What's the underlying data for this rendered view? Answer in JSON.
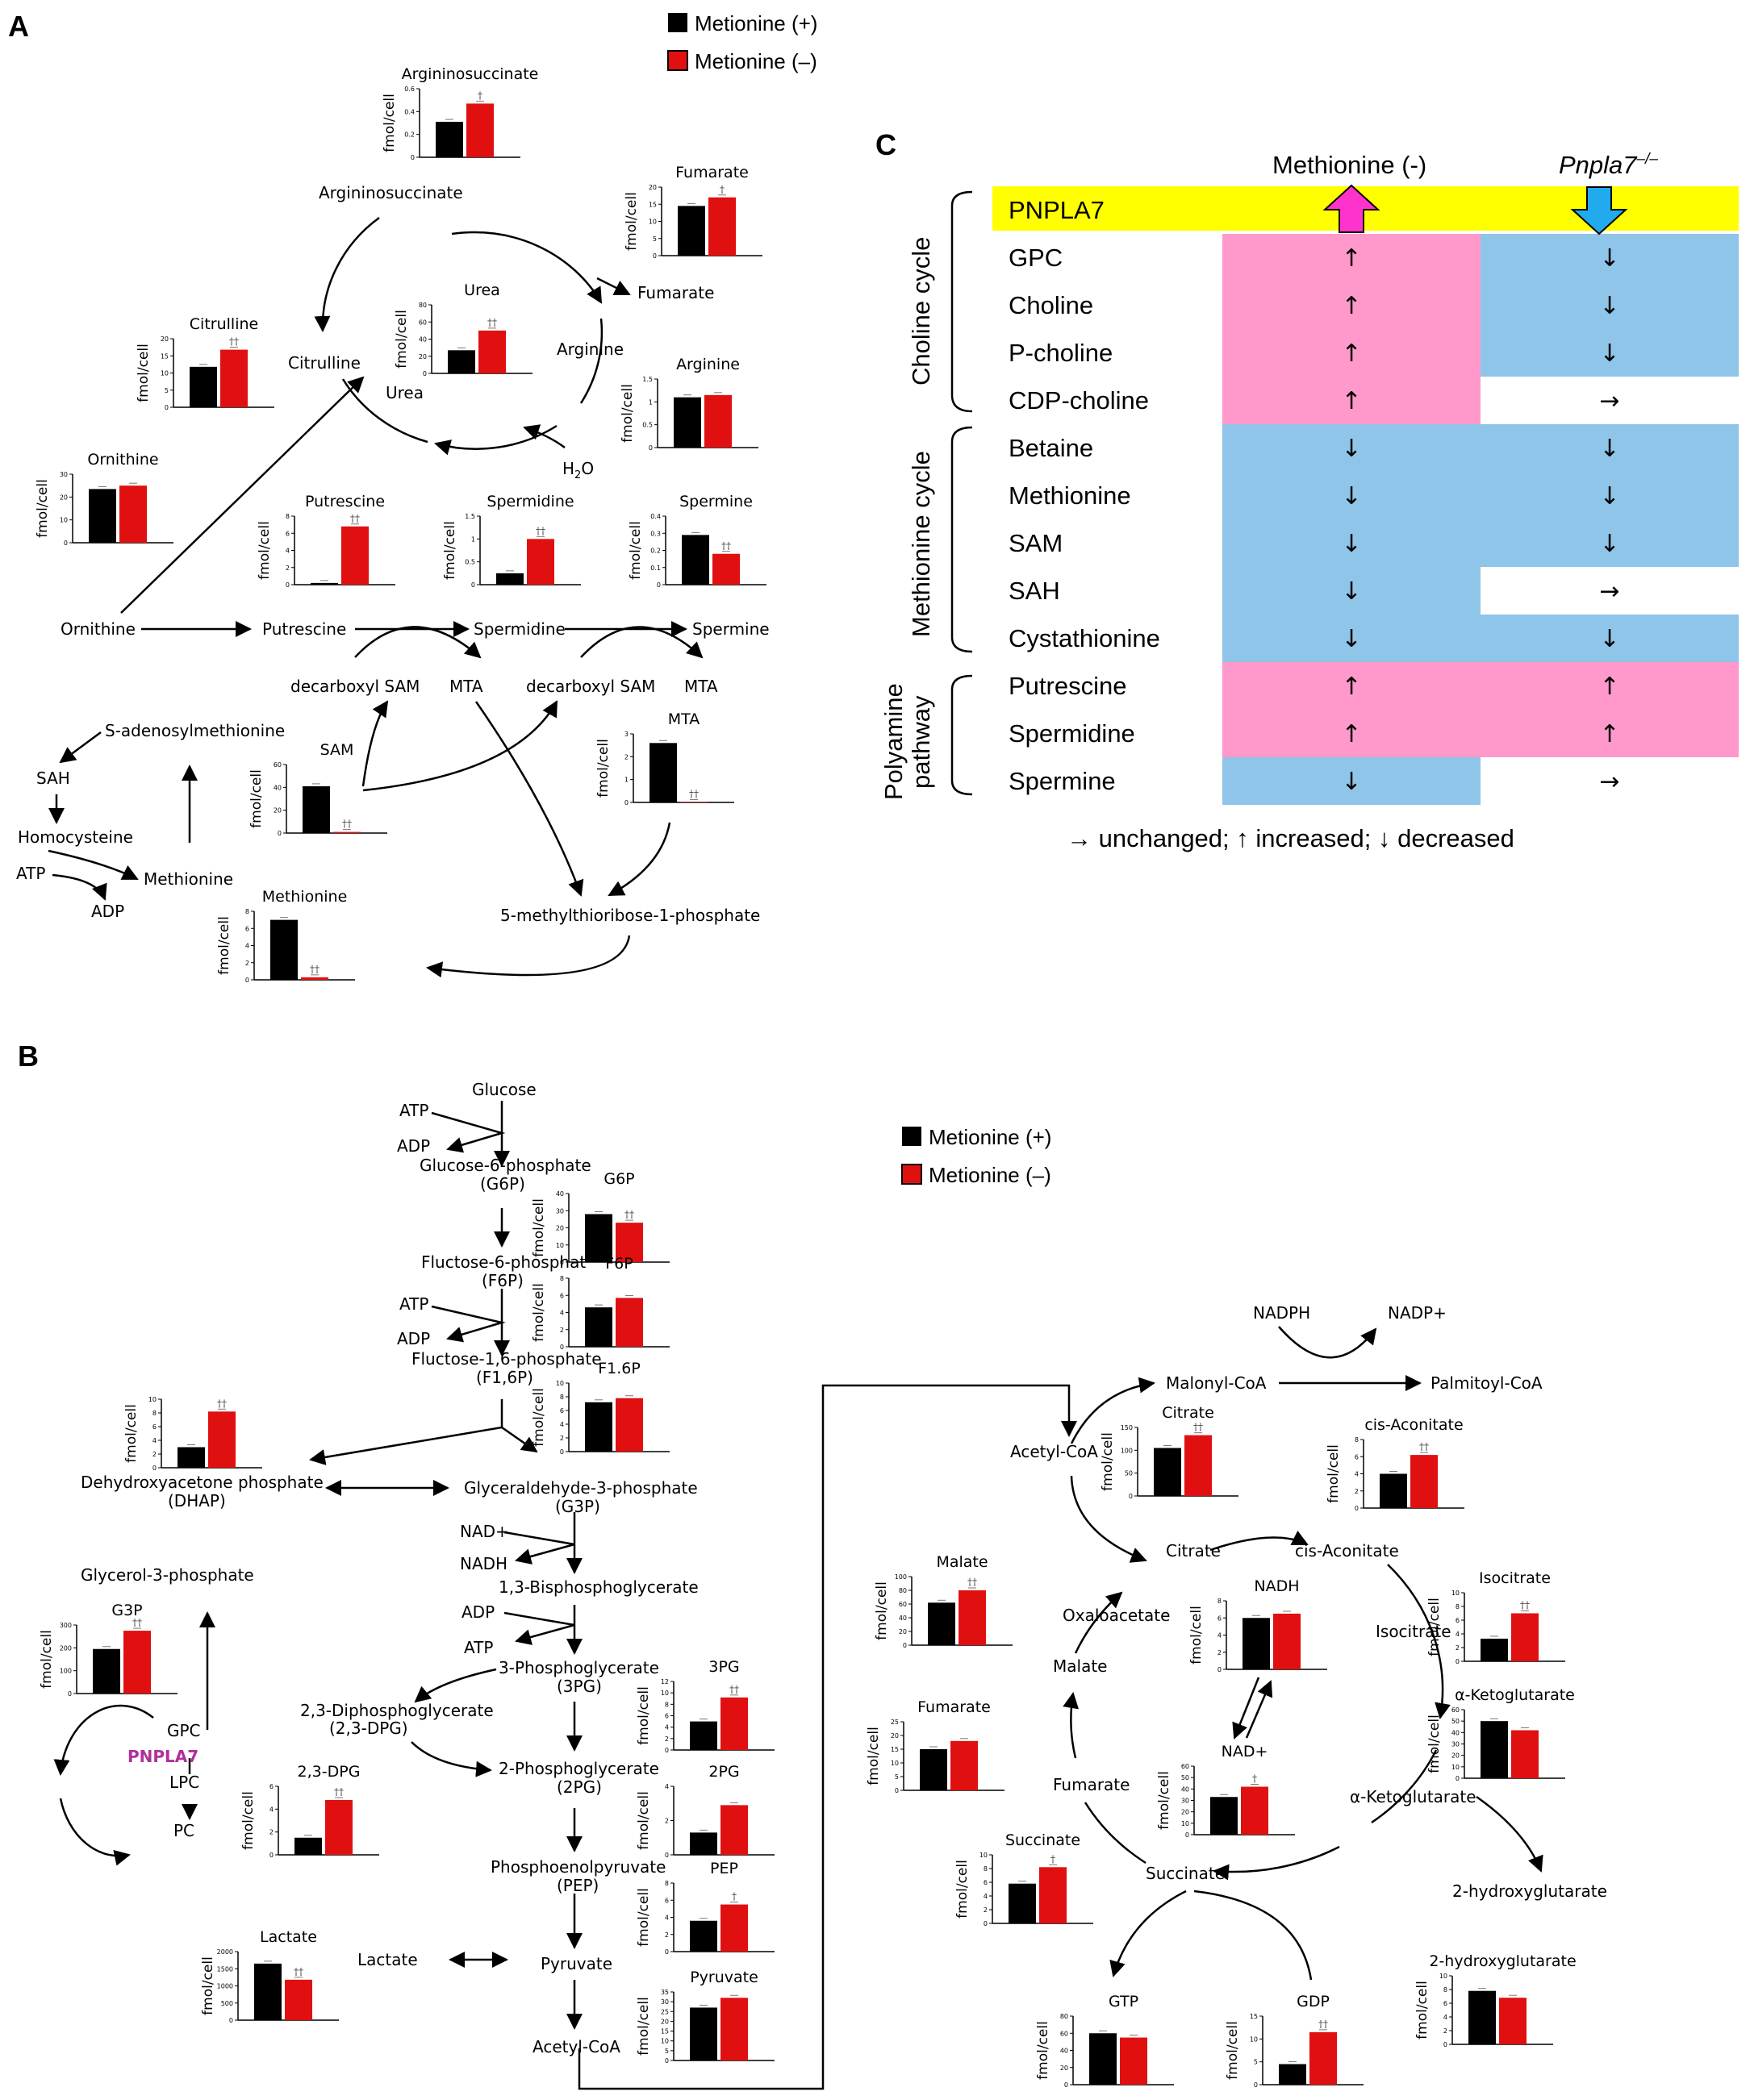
{
  "panels": {
    "a": "A",
    "b": "B",
    "c": "C"
  },
  "legend": {
    "plus": "Metionine (+)",
    "minus": "Metionine (–)"
  },
  "colors": {
    "plus": "#000000",
    "minus": "#e01010",
    "yellow": "#ffff00",
    "pink": "#ff99cc",
    "blue": "#8fc5e8",
    "up_arrow": "#ff33cc",
    "down_arrow": "#22aaee"
  },
  "common": {
    "ylabel": "fmol/cell"
  },
  "labels": {
    "a_argininosuccinate": "Argininosuccinate",
    "a_fumarate": "Fumarate",
    "a_arginine": "Arginine",
    "a_urea": "Urea",
    "a_citrulline": "Citrulline",
    "a_h2o": "H",
    "a_h2o_sub": "2",
    "a_h2o_end": "O",
    "a_ornithine": "Ornithine",
    "a_putrescine": "Putrescine",
    "a_spermidine": "Spermidine",
    "a_spermine": "Spermine",
    "a_dcsam1": "decarboxyl SAM",
    "a_mta1": "MTA",
    "a_dcsam2": "decarboxyl SAM",
    "a_mta2": "MTA",
    "a_sam_full": "S-adenosylmethionine",
    "a_sah": "SAH",
    "a_homocysteine": "Homocysteine",
    "a_atp": "ATP",
    "a_adp": "ADP",
    "a_methionine": "Methionine",
    "a_mtr1p": "5-methylthioribose-1-phosphate",
    "b_glucose": "Glucose",
    "b_atp1": "ATP",
    "b_adp1": "ADP",
    "b_g6p": "Glucose-6-phosphate",
    "b_g6p_ab": "(G6P)",
    "b_f6p": "Fluctose-6-phosphat",
    "b_f6p_ab": "(F6P)",
    "b_atp2": "ATP",
    "b_adp2": "ADP",
    "b_f16p": "Fluctose-1,6-phosphate",
    "b_f16p_ab": "(F1,6P)",
    "b_dhap": "Dehydroxyacetone phosphate",
    "b_dhap_ab": "(DHAP)",
    "b_g3pald": "Glyceraldehyde-3-phosphate",
    "b_g3pald_ab": "(G3P)",
    "b_nad": "NAD+",
    "b_nadh": "NADH",
    "b_bpg": "1,3-Bisphosphoglycerate",
    "b_adp3": "ADP",
    "b_atp3": "ATP",
    "b_3pg": "3-Phosphoglycerate",
    "b_3pg_ab": "(3PG)",
    "b_23dpg": "2,3-Diphosphoglycerate",
    "b_23dpg_ab": "(2,3-DPG)",
    "b_2pg": "2-Phosphoglycerate",
    "b_2pg_ab": "(2PG)",
    "b_pep": "Phosphoenolpyruvate",
    "b_pep_ab": "(PEP)",
    "b_pyruvate": "Pyruvate",
    "b_acetylcoa": "Acetyl-CoA",
    "b_lactate": "Lactate",
    "b_glycerol3p": "Glycerol-3-phosphate",
    "b_gpc": "GPC",
    "b_pnpla7": "PNPLA7",
    "b_lpc": "LPC",
    "b_pc": "PC",
    "t_nadph": "NADPH",
    "t_nadp": "NADP+",
    "t_malonyl": "Malonyl-CoA",
    "t_palmitoyl": "Palmitoyl-CoA",
    "t_acetylcoa": "Acetyl-CoA",
    "t_citrate": "Citrate",
    "t_cisaconitate": "cis-Aconitate",
    "t_isocitrate": "Isocitrate",
    "t_akg": "α-Ketoglutarate",
    "t_succinate": "Succinate",
    "t_fumarate": "Fumarate",
    "t_malate": "Malate",
    "t_oxaloacetate": "Oxaloacetate",
    "t_2hg": "2-hydroxyglutarate"
  },
  "charts": [
    {
      "id": "argininosuccinate",
      "title": "Argininosuccinate",
      "ylim": [
        0,
        0.6
      ],
      "ticks": [
        "0",
        "0.2",
        "0.4",
        "0.6"
      ],
      "values": [
        0.31,
        0.47
      ],
      "sig": "†"
    },
    {
      "id": "fumarate_a",
      "title": "Fumarate",
      "ylim": [
        0,
        20
      ],
      "ticks": [
        "0",
        "5",
        "10",
        "15",
        "20"
      ],
      "values": [
        14.5,
        17
      ],
      "sig": "†"
    },
    {
      "id": "citrulline",
      "title": "Citrulline",
      "ylim": [
        0,
        20
      ],
      "ticks": [
        "0",
        "5",
        "10",
        "15",
        "20"
      ],
      "values": [
        11.8,
        16.8
      ],
      "sig": "††"
    },
    {
      "id": "urea",
      "title": "Urea",
      "ylim": [
        0,
        80
      ],
      "ticks": [
        "0",
        "20",
        "40",
        "60",
        "80"
      ],
      "values": [
        27,
        50
      ],
      "sig": "††"
    },
    {
      "id": "arginine",
      "title": "Arginine",
      "ylim": [
        0,
        1.5
      ],
      "ticks": [
        "0",
        "0.5",
        "1",
        "1.5"
      ],
      "values": [
        1.1,
        1.15
      ],
      "sig": ""
    },
    {
      "id": "ornithine",
      "title": "Ornithine",
      "ylim": [
        0,
        30
      ],
      "ticks": [
        "0",
        "10",
        "20",
        "30"
      ],
      "values": [
        23.5,
        25
      ],
      "sig": ""
    },
    {
      "id": "putrescine",
      "title": "Putrescine",
      "ylim": [
        0,
        8
      ],
      "ticks": [
        "0",
        "2",
        "4",
        "6",
        "8"
      ],
      "values": [
        0.2,
        6.8
      ],
      "sig": "††"
    },
    {
      "id": "spermidine",
      "title": "Spermidine",
      "ylim": [
        0,
        1.5
      ],
      "ticks": [
        "0",
        "0.5",
        "1",
        "1.5"
      ],
      "values": [
        0.25,
        1.0
      ],
      "sig": "††"
    },
    {
      "id": "spermine",
      "title": "Spermine",
      "ylim": [
        0,
        0.4
      ],
      "ticks": [
        "0",
        "0.1",
        "0.2",
        "0.3",
        "0.4"
      ],
      "values": [
        0.29,
        0.18
      ],
      "sig": "††"
    },
    {
      "id": "sam",
      "title": "SAM",
      "ylim": [
        0,
        60
      ],
      "ticks": [
        "0",
        "20",
        "40",
        "60"
      ],
      "values": [
        41,
        1
      ],
      "sig": "††"
    },
    {
      "id": "mta",
      "title": "MTA",
      "ylim": [
        0,
        3
      ],
      "ticks": [
        "0",
        "1",
        "2",
        "3"
      ],
      "values": [
        2.6,
        0.02
      ],
      "sig": "††"
    },
    {
      "id": "methionine",
      "title": "Methionine",
      "ylim": [
        0,
        8
      ],
      "ticks": [
        "0",
        "2",
        "4",
        "6",
        "8"
      ],
      "values": [
        7,
        0.3
      ],
      "sig": "††"
    },
    {
      "id": "g6p",
      "title": "G6P",
      "ylim": [
        0,
        40
      ],
      "ticks": [
        "0",
        "10",
        "20",
        "30",
        "40"
      ],
      "values": [
        28,
        23
      ],
      "sig": "††"
    },
    {
      "id": "f6p",
      "title": "F6P",
      "ylim": [
        0,
        8
      ],
      "ticks": [
        "0",
        "2",
        "4",
        "6",
        "8"
      ],
      "values": [
        4.6,
        5.7
      ],
      "sig": ""
    },
    {
      "id": "f16p",
      "title": "F1.6P",
      "ylim": [
        0,
        10
      ],
      "ticks": [
        "0",
        "2",
        "4",
        "6",
        "8",
        "10"
      ],
      "values": [
        7.2,
        7.8
      ],
      "sig": ""
    },
    {
      "id": "dhap",
      "title": "",
      "ylim": [
        0,
        10
      ],
      "ticks": [
        "0",
        "2",
        "4",
        "6",
        "8",
        "10"
      ],
      "values": [
        3,
        8.2
      ],
      "sig": "††"
    },
    {
      "id": "g3p",
      "title": "G3P",
      "ylim": [
        0,
        300
      ],
      "ticks": [
        "0",
        "100",
        "200",
        "300"
      ],
      "values": [
        195,
        275
      ],
      "sig": "††"
    },
    {
      "id": "p3pg",
      "title": "3PG",
      "ylim": [
        0,
        12
      ],
      "ticks": [
        "0",
        "2",
        "4",
        "6",
        "8",
        "10",
        "12"
      ],
      "values": [
        5,
        9.2
      ],
      "sig": "††"
    },
    {
      "id": "p23dpg",
      "title": "2,3-DPG",
      "ylim": [
        0,
        6
      ],
      "ticks": [
        "0",
        "2",
        "4",
        "6"
      ],
      "values": [
        1.5,
        4.8
      ],
      "sig": "††"
    },
    {
      "id": "p2pg",
      "title": "2PG",
      "ylim": [
        0,
        4
      ],
      "ticks": [
        "0",
        "2",
        "4"
      ],
      "values": [
        1.3,
        2.9
      ],
      "sig": ""
    },
    {
      "id": "pep",
      "title": "PEP",
      "ylim": [
        0,
        8
      ],
      "ticks": [
        "0",
        "2",
        "4",
        "6",
        "8"
      ],
      "values": [
        3.6,
        5.5
      ],
      "sig": "†"
    },
    {
      "id": "lactate",
      "title": "Lactate",
      "ylim": [
        0,
        2000
      ],
      "ticks": [
        "0",
        "500",
        "1000",
        "1500",
        "2000"
      ],
      "values": [
        1650,
        1180
      ],
      "sig": "††"
    },
    {
      "id": "pyruvate",
      "title": "Pyruvate",
      "ylim": [
        0,
        35
      ],
      "ticks": [
        "0",
        "5",
        "10",
        "15",
        "20",
        "25",
        "30",
        "35"
      ],
      "values": [
        27,
        32
      ],
      "sig": ""
    },
    {
      "id": "citrate",
      "title": "Citrate",
      "ylim": [
        0,
        150
      ],
      "ticks": [
        "0",
        "50",
        "100",
        "150"
      ],
      "values": [
        105,
        133
      ],
      "sig": "††"
    },
    {
      "id": "cisaconitate",
      "title": "cis-Aconitate",
      "ylim": [
        0,
        8
      ],
      "ticks": [
        "0",
        "2",
        "4",
        "6",
        "8"
      ],
      "values": [
        4,
        6.2
      ],
      "sig": "††"
    },
    {
      "id": "malate",
      "title": "Malate",
      "ylim": [
        0,
        100
      ],
      "ticks": [
        "0",
        "20",
        "40",
        "60",
        "80",
        "100"
      ],
      "values": [
        62,
        80
      ],
      "sig": "††"
    },
    {
      "id": "nadh",
      "title": "NADH",
      "ylim": [
        0,
        8
      ],
      "ticks": [
        "0",
        "2",
        "4",
        "6",
        "8"
      ],
      "values": [
        6,
        6.5
      ],
      "sig": ""
    },
    {
      "id": "isocitrate",
      "title": "Isocitrate",
      "ylim": [
        0,
        10
      ],
      "ticks": [
        "0",
        "2",
        "4",
        "6",
        "8",
        "10"
      ],
      "values": [
        3.3,
        7
      ],
      "sig": "††"
    },
    {
      "id": "akg",
      "title": "α-Ketoglutarate",
      "ylim": [
        0,
        60
      ],
      "ticks": [
        "0",
        "10",
        "20",
        "30",
        "40",
        "50",
        "60"
      ],
      "values": [
        50,
        42
      ],
      "sig": ""
    },
    {
      "id": "fumarate_t",
      "title": "Fumarate",
      "ylim": [
        0,
        25
      ],
      "ticks": [
        "0",
        "5",
        "10",
        "15",
        "20",
        "25"
      ],
      "values": [
        15,
        18
      ],
      "sig": ""
    },
    {
      "id": "nadplus",
      "title": "NAD+",
      "ylim": [
        0,
        60
      ],
      "ticks": [
        "0",
        "10",
        "20",
        "30",
        "40",
        "50",
        "60"
      ],
      "values": [
        33,
        42
      ],
      "sig": "†"
    },
    {
      "id": "succinate",
      "title": "Succinate",
      "ylim": [
        0,
        10
      ],
      "ticks": [
        "0",
        "2",
        "4",
        "6",
        "8",
        "10"
      ],
      "values": [
        5.8,
        8.2
      ],
      "sig": "†"
    },
    {
      "id": "hydroxyglutarate",
      "title": "2-hydroxyglutarate",
      "ylim": [
        0,
        10
      ],
      "ticks": [
        "0",
        "2",
        "4",
        "6",
        "8",
        "10"
      ],
      "values": [
        7.8,
        6.8
      ],
      "sig": ""
    },
    {
      "id": "gtp",
      "title": "GTP",
      "ylim": [
        0,
        80
      ],
      "ticks": [
        "0",
        "20",
        "40",
        "60",
        "80"
      ],
      "values": [
        60,
        55
      ],
      "sig": ""
    },
    {
      "id": "gdp",
      "title": "GDP",
      "ylim": [
        0,
        15
      ],
      "ticks": [
        "0",
        "5",
        "10",
        "15"
      ],
      "values": [
        4.5,
        11.5
      ],
      "sig": "††"
    }
  ],
  "table": {
    "header_meth": "Methionine (-)",
    "header_pnpla7": "Pnpla7",
    "header_pnpla7_sup": "–/–",
    "groups": [
      "Choline cycle",
      "Methionine cycle",
      "Polyamine",
      "pathway"
    ],
    "rows": [
      {
        "name": "PNPLA7",
        "meth": "",
        "pnpla7": "",
        "meth_color": "yellow",
        "pnpla7_color": "yellow"
      },
      {
        "name": "GPC",
        "meth": "↑",
        "pnpla7": "↓",
        "meth_color": "pink",
        "pnpla7_color": "blue"
      },
      {
        "name": "Choline",
        "meth": "↑",
        "pnpla7": "↓",
        "meth_color": "pink",
        "pnpla7_color": "blue"
      },
      {
        "name": "P-choline",
        "meth": "↑",
        "pnpla7": "↓",
        "meth_color": "pink",
        "pnpla7_color": "blue"
      },
      {
        "name": "CDP-choline",
        "meth": "↑",
        "pnpla7": "→",
        "meth_color": "pink",
        "pnpla7_color": "white"
      },
      {
        "name": "Betaine",
        "meth": "↓",
        "pnpla7": "↓",
        "meth_color": "blue",
        "pnpla7_color": "blue"
      },
      {
        "name": "Methionine",
        "meth": "↓",
        "pnpla7": "↓",
        "meth_color": "blue",
        "pnpla7_color": "blue"
      },
      {
        "name": "SAM",
        "meth": "↓",
        "pnpla7": "↓",
        "meth_color": "blue",
        "pnpla7_color": "blue"
      },
      {
        "name": "SAH",
        "meth": "↓",
        "pnpla7": "→",
        "meth_color": "blue",
        "pnpla7_color": "white"
      },
      {
        "name": "Cystathionine",
        "meth": "↓",
        "pnpla7": "↓",
        "meth_color": "blue",
        "pnpla7_color": "blue"
      },
      {
        "name": "Putrescine",
        "meth": "↑",
        "pnpla7": "↑",
        "meth_color": "pink",
        "pnpla7_color": "pink"
      },
      {
        "name": "Spermidine",
        "meth": "↑",
        "pnpla7": "↑",
        "meth_color": "pink",
        "pnpla7_color": "pink"
      },
      {
        "name": "Spermine",
        "meth": "↓",
        "pnpla7": "→",
        "meth_color": "blue",
        "pnpla7_color": "white"
      }
    ],
    "footnote": "→ unchanged;  ↑ increased;  ↓ decreased"
  }
}
